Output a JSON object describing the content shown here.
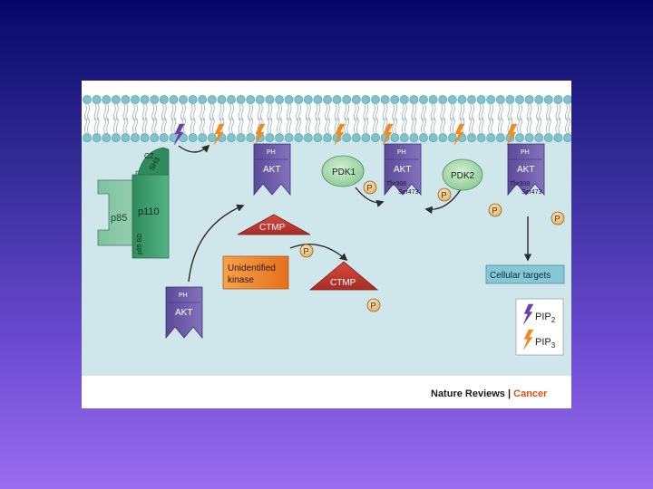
{
  "figure": {
    "labels": {
      "c2": "C2",
      "sh3": "SH3",
      "p85": "p85",
      "p110": "p110",
      "p85bd": "p85 BD",
      "ph": "PH",
      "akt": "AKT",
      "ctmp": "CTMP",
      "pdk1": "PDK1",
      "pdk2": "PDK2",
      "p": "P",
      "thr308": "Thr308",
      "ser473": "Ser473",
      "kinase": [
        "Unidentified",
        "kinase"
      ],
      "targets": "Cellular targets"
    },
    "legend": {
      "pip2": "PIP",
      "pip2_sub": "2",
      "pip3": "PIP",
      "pip3_sub": "3"
    },
    "credit": {
      "journal": "Nature Reviews",
      "separator": " | ",
      "section": "Cancer"
    },
    "colors": {
      "membrane_head": "#7fc4cc",
      "cytoplasm": "#cfe6ea",
      "pi3k": "#3a9a6c",
      "akt": "#6d5aa8",
      "ctmp": "#c83a32",
      "pdk": "#a9dbb0",
      "phospho": "#f4cc8a",
      "kinase_box": "#f0852e",
      "targets_box": "#7fc4d4",
      "pip2_bolt": "#6a3fa8",
      "pip3_bolt": "#f08a20",
      "credit_accent": "#e44b16"
    }
  }
}
